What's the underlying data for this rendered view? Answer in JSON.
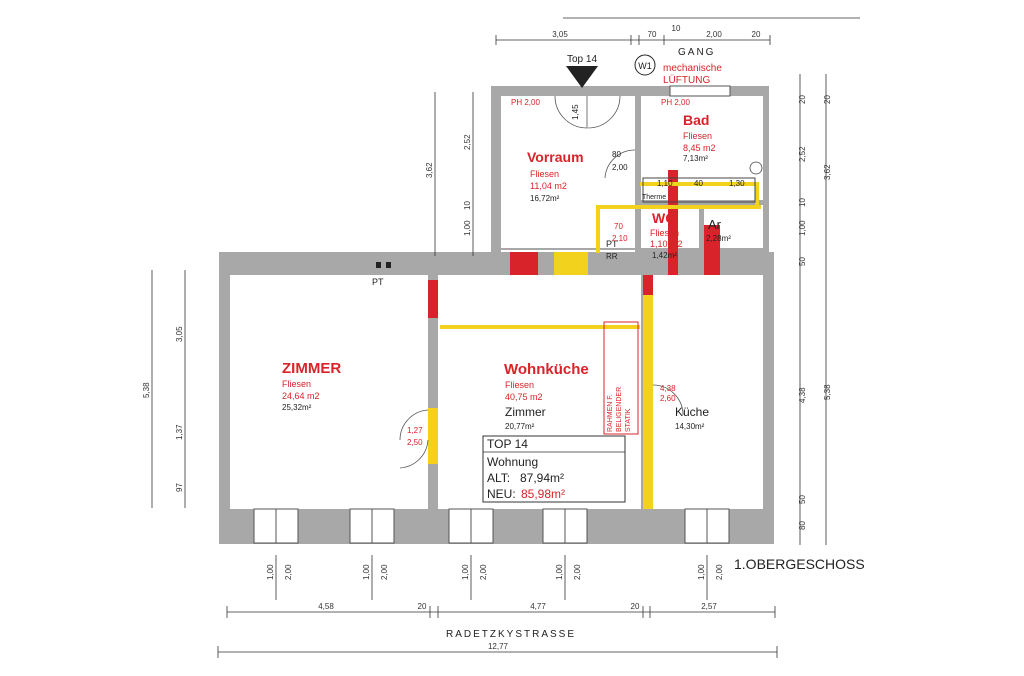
{
  "marker_label": "Top 14",
  "corridor": {
    "circle_label": "W1",
    "name": "GANG",
    "note_line1": "mechanische",
    "note_line2": "LÜFTUNG"
  },
  "floor_label": "1.OBERGESCHOSS",
  "street": "RADETZKYSTRASSE",
  "rooms": {
    "vorraum": {
      "name": "Vorraum",
      "floor": "Fliesen",
      "area_red": "11,04 m2",
      "area_black": "16,72m²",
      "ph": "PH 2,00"
    },
    "bad": {
      "name": "Bad",
      "floor": "Fliesen",
      "area_red": "8,45 m2",
      "area_black": "7,13m²",
      "ph": "PH 2,00"
    },
    "wc": {
      "name": "WC",
      "floor": "Fliesen",
      "area_red": "1,10 m2",
      "area_black": "1,42m²"
    },
    "ar": {
      "name": "Ar",
      "area_black": "2,28m²"
    },
    "zimmer": {
      "name": "ZIMMER",
      "floor": "Fliesen",
      "area_red": "24,64 m2",
      "area_black": "25,32m²"
    },
    "wohnkueche": {
      "name": "Wohnküche",
      "floor": "Fliesen",
      "area_red": "40,75 m2",
      "sub_name": "Zimmer",
      "area_black": "20,77m²"
    },
    "kueche": {
      "name": "Küche",
      "area_black": "14,30m²"
    }
  },
  "info_box": {
    "title": "TOP 14",
    "type": "Wohnung",
    "alt_label": "ALT:",
    "alt_value": "87,94m²",
    "neu_label": "NEU:",
    "neu_value": "85,98m²"
  },
  "annotations": {
    "static_line1": "RAHMEN F.",
    "static_line2": "BELIGENDER",
    "static_line3": "STATIK",
    "pt": "PT",
    "rr": "RR",
    "therme": "Therme"
  },
  "door_labels": {
    "d80": "80",
    "d200": "2,00",
    "d145": "1,45",
    "d127": "1,27",
    "d250": "2,50",
    "d70": "70",
    "d210": "2,10",
    "d438": "4,38",
    "d260": "2,60",
    "d110": "1,10",
    "d40": "40",
    "d130": "1,30"
  },
  "dimensions": {
    "top": {
      "d305": "3,05",
      "d10": "10",
      "d70": "70",
      "d200": "2,00",
      "d20": "20"
    },
    "right": {
      "d20a": "20",
      "d252": "2,52",
      "d10": "10",
      "d100": "1,00",
      "d50a": "50",
      "d438": "4,38",
      "d50b": "50",
      "d80": "80",
      "d20b": "20",
      "d362": "3,62",
      "d538": "5,38"
    },
    "left": {
      "d362": "3,62",
      "d252": "2,52",
      "d10": "10",
      "d100": "1,00",
      "d538": "5,38",
      "d305": "3,05",
      "d137": "1,37",
      "d97": "97"
    },
    "windows": {
      "sill": "1,00",
      "height": "2,00"
    },
    "bottom": {
      "d458": "4,58",
      "d20a": "20",
      "d477": "4,77",
      "d20b": "20",
      "d257": "2,57",
      "total": "12,77"
    }
  }
}
